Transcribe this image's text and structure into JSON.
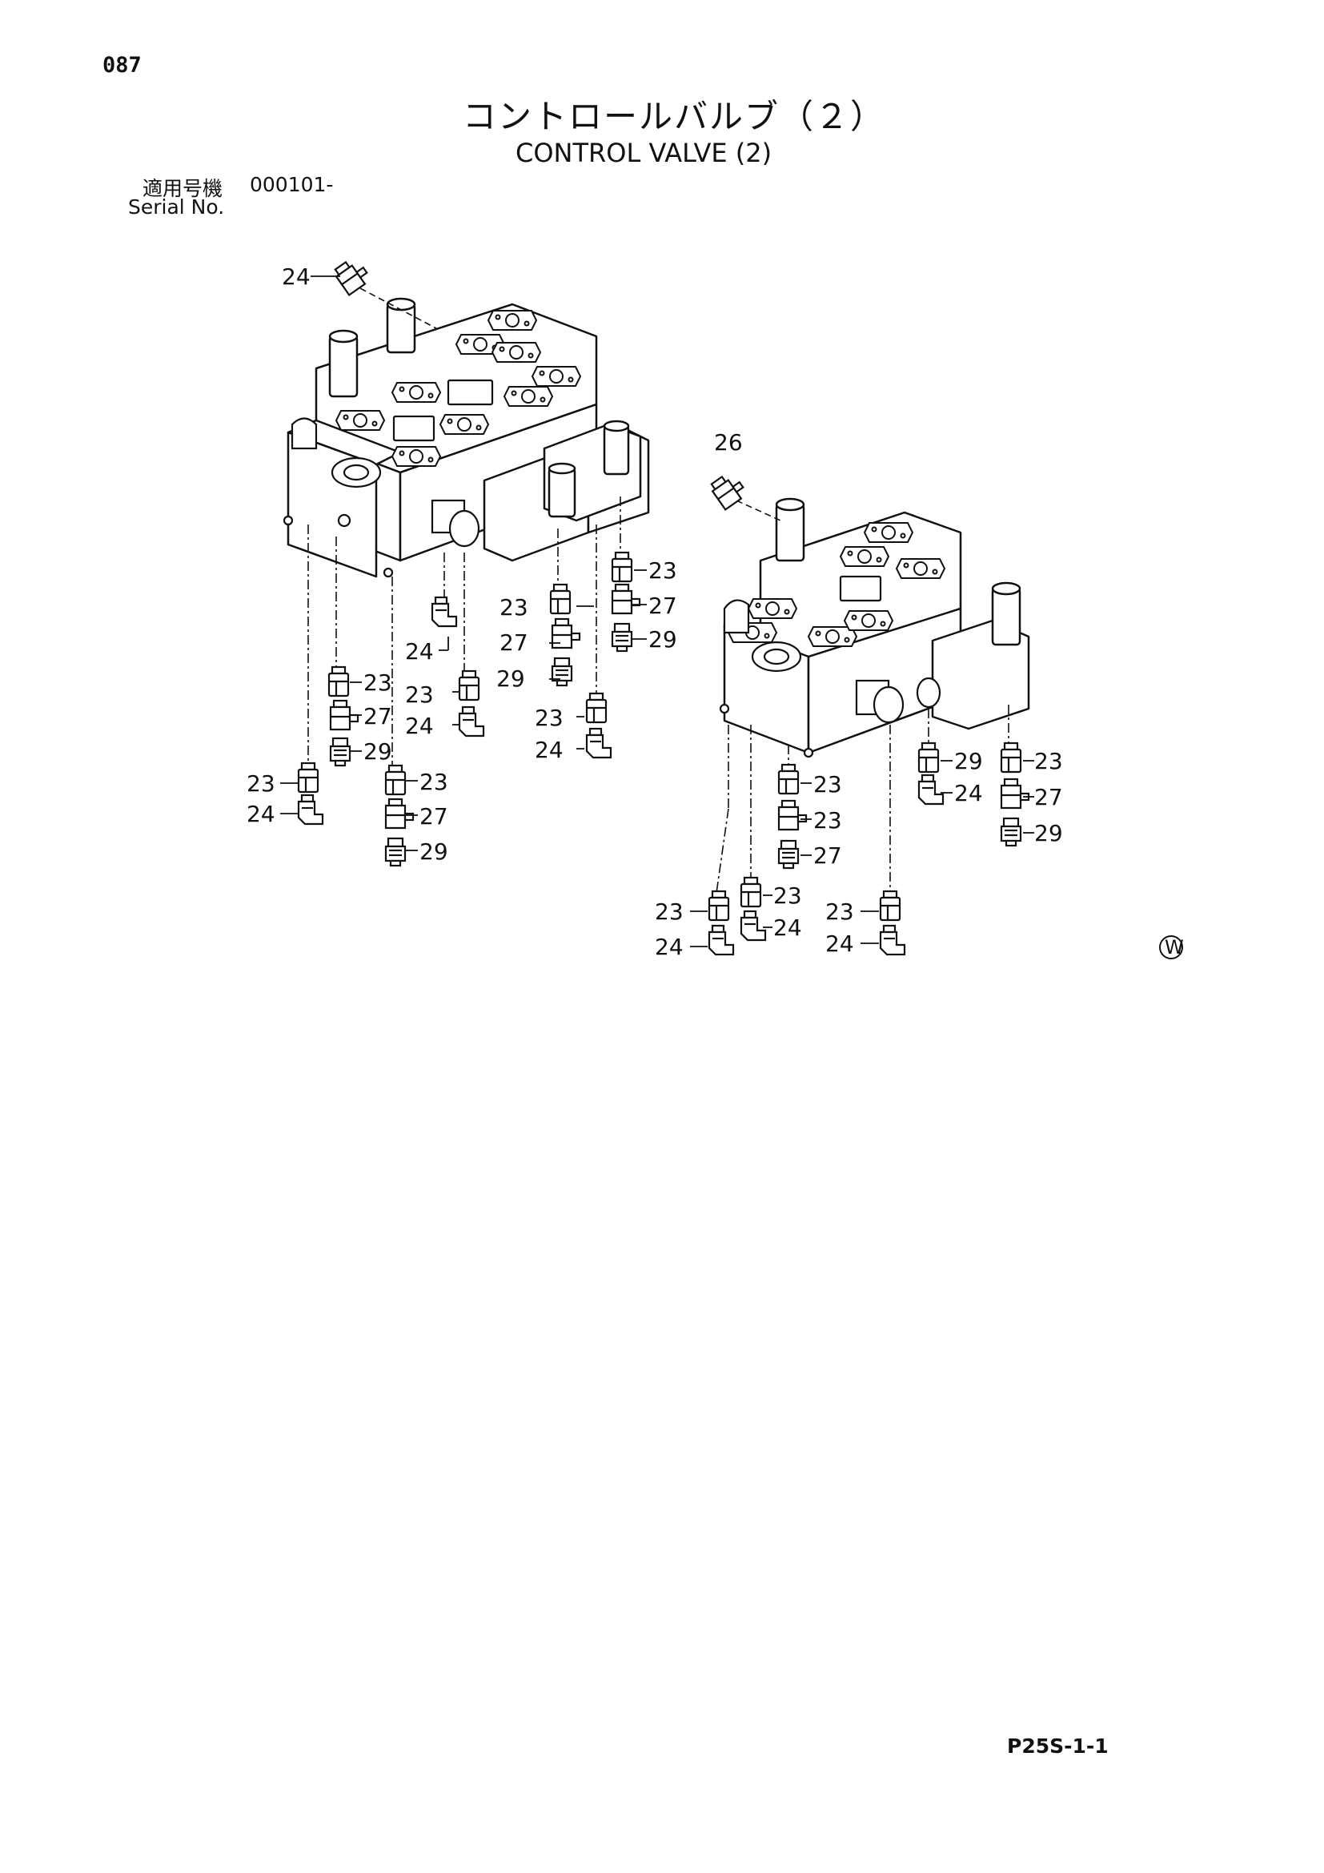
{
  "header": {
    "page_number": "087",
    "title_jp": "コントロールバルブ（２）",
    "title_en": "CONTROL VALVE (2)",
    "serial_jp_label": "適用号機",
    "serial_value": "000101-",
    "serial_en_label": "Serial No."
  },
  "callouts": {
    "c1": "24",
    "c2": "26",
    "c3": "23",
    "c4": "23",
    "c5": "27",
    "c6": "27",
    "c7": "29",
    "c8": "29",
    "c9": "24",
    "c10": "23",
    "c11": "24",
    "c12": "23",
    "c13": "24",
    "c14": "23",
    "c15": "27",
    "c16": "29",
    "c17": "23",
    "c18": "24",
    "c19": "23",
    "c20": "27",
    "c21": "29",
    "c22": "23",
    "c23": "23",
    "c24": "24",
    "c25": "27",
    "c26": "29",
    "c27": "23",
    "c28": "27",
    "c29": "29",
    "c30": "23",
    "c31": "24",
    "c32": "23",
    "c33": "24",
    "c34": "23",
    "c35": "24"
  },
  "watermark_symbol": "W",
  "footer": {
    "page_code": "P25S-1-1"
  }
}
